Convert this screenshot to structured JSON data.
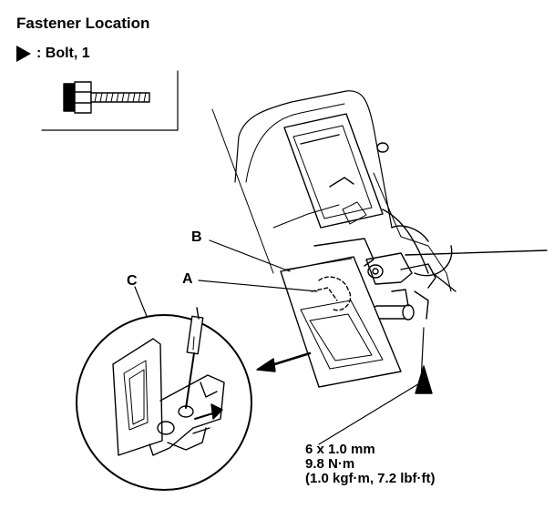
{
  "title": "Fastener Location",
  "legend": {
    "marker_icon": "triangle-marker-icon",
    "label": ": Bolt, 1"
  },
  "callouts": {
    "a": "A",
    "b": "B",
    "c": "C"
  },
  "spec": {
    "size": "6 x 1.0 mm",
    "torque_nm": "9.8 N·m",
    "torque_alt": "(1.0 kgf·m, 7.2 lbf·ft)"
  }
}
